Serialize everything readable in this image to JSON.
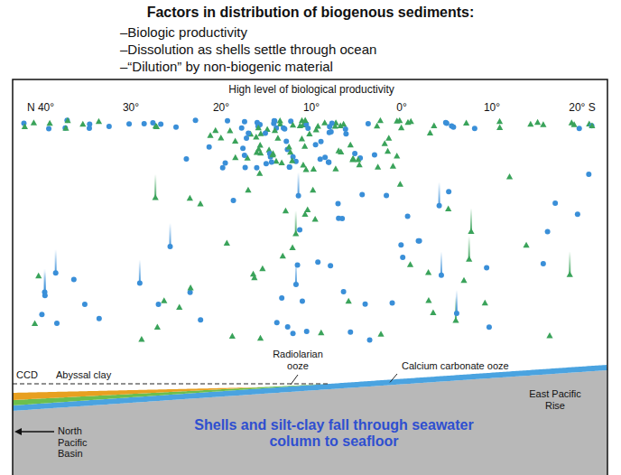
{
  "diagram": {
    "title": "Factors in distribution of biogenous sediments:",
    "labels": [
      "–Biologic productivity",
      "–Dissolution as shells settle through ocean",
      "–“Dilution” by non-biogenic material",
      "High level of biological productivity",
      "N 40°",
      "30°",
      "20°",
      "10°",
      "0°",
      "10°",
      "20° S",
      "CCD",
      "Abyssal clay",
      "Radiolarian ooze",
      "Calcium carbonate ooze",
      "East Pacific Rise",
      "North Pacific Basin",
      "Shells and silt-clay fall through seawater column to seafloor"
    ]
  }
}
